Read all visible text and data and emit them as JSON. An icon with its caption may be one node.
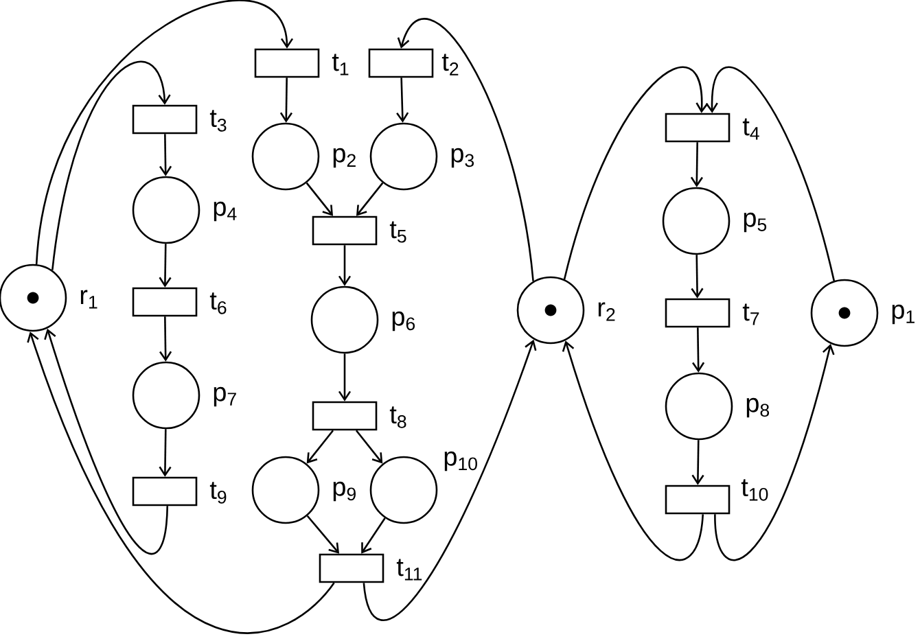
{
  "diagram": {
    "nodes": [
      {
        "text": [],
        "shape": "circle",
        "beside": [
          "r$_{1}$"
        ]
      },
      {
        "text": [],
        "shape": "box",
        "beside": [
          "t$_{3}$"
        ]
      },
      {
        "text": [],
        "shape": "circle",
        "beside": [
          "p$_{4}$"
        ]
      },
      {
        "text": [],
        "shape": "box",
        "beside": [
          "t$_{6}$"
        ]
      },
      {
        "text": [],
        "shape": "circle",
        "beside": [
          "p$_{7}$"
        ]
      },
      {
        "text": [],
        "shape": "box",
        "beside": [
          "t$_{9}$"
        ]
      },
      {
        "text": [],
        "shape": "box",
        "beside": [
          "t$_{1}$"
        ]
      },
      {
        "text": [],
        "shape": "box",
        "beside": [
          "t$_{2}$"
        ]
      },
      {
        "text": [],
        "shape": "circle",
        "beside": [
          "p$_{2}$"
        ]
      },
      {
        "text": [],
        "shape": "circle",
        "beside": [
          "p$_{3}$"
        ]
      },
      {
        "text": [],
        "shape": "box",
        "beside": [
          "t$_{5}$"
        ]
      },
      {
        "text": [],
        "shape": "circle",
        "beside": [
          "p$_{6}$"
        ]
      },
      {
        "text": [],
        "shape": "box",
        "beside": [
          "t$_{8}$"
        ]
      },
      {
        "text": [],
        "shape": "circle",
        "beside": [
          "p$_{9}$"
        ]
      },
      {
        "text": [],
        "shape": "circle",
        "beside": [
          "p$_{10}$"
        ]
      },
      {
        "text": [],
        "shape": "box",
        "beside": [
          "t$_{11}$"
        ]
      },
      {
        "text": [],
        "shape": "circle",
        "beside": [
          "r$_{2}$"
        ]
      },
      {
        "text": [],
        "shape": "box",
        "beside": [
          "t$_{4}$"
        ]
      },
      {
        "text": [],
        "shape": "circle",
        "beside": [
          "p$_{5}$"
        ]
      },
      {
        "text": [],
        "shape": "box",
        "beside": [
          "t$_{7}$"
        ]
      },
      {
        "text": [],
        "shape": "circle",
        "beside": [
          "p$_{8}$"
        ]
      },
      {
        "text": [],
        "shape": "box",
        "beside": [
          "t$_{10}$"
        ]
      },
      {
        "text": [],
        "shape": "circle",
        "beside": [
          "p$_{1}$"
        ]
      }
    ],
    "edges": [
      {
        "from": 0,
        "to": 6,
        "arrow": "to"
      },
      {
        "from": 0,
        "to": 1,
        "arrow": "to"
      },
      {
        "from": 1,
        "to": 2,
        "arrow": "to"
      },
      {
        "from": 2,
        "to": 3,
        "arrow": "to"
      },
      {
        "from": 3,
        "to": 4,
        "arrow": "to"
      },
      {
        "from": 4,
        "to": 5,
        "arrow": "to"
      },
      {
        "from": 5,
        "to": 0,
        "arrow": "to"
      },
      {
        "from": 6,
        "to": 8,
        "arrow": "to"
      },
      {
        "from": 7,
        "to": 9,
        "arrow": "to"
      },
      {
        "from": 8,
        "to": 10,
        "arrow": "to"
      },
      {
        "from": 9,
        "to": 10,
        "arrow": "to"
      },
      {
        "from": 10,
        "to": 11,
        "arrow": "to"
      },
      {
        "from": 11,
        "to": 12,
        "arrow": "to"
      },
      {
        "from": 12,
        "to": 13,
        "arrow": "to"
      },
      {
        "from": 12,
        "to": 14,
        "arrow": "to"
      },
      {
        "from": 13,
        "to": 15,
        "arrow": "to"
      },
      {
        "from": 14,
        "to": 15,
        "arrow": "to"
      },
      {
        "from": 15,
        "to": 0,
        "arrow": "to"
      },
      {
        "from": 15,
        "to": 16,
        "arrow": "to"
      },
      {
        "from": 16,
        "to": 7,
        "arrow": "to"
      },
      {
        "from": 16,
        "to": 17,
        "arrow": "to"
      },
      {
        "from": 22,
        "to": 17,
        "arrow": "to"
      },
      {
        "from": 17,
        "to": 18,
        "arrow": "to"
      },
      {
        "from": 18,
        "to": 19,
        "arrow": "to"
      },
      {
        "from": 19,
        "to": 20,
        "arrow": "to"
      },
      {
        "from": 20,
        "to": 21,
        "arrow": "to"
      },
      {
        "from": 21,
        "to": 16,
        "arrow": "to"
      },
      {
        "from": 21,
        "to": 22,
        "arrow": "to"
      }
    ]
  }
}
